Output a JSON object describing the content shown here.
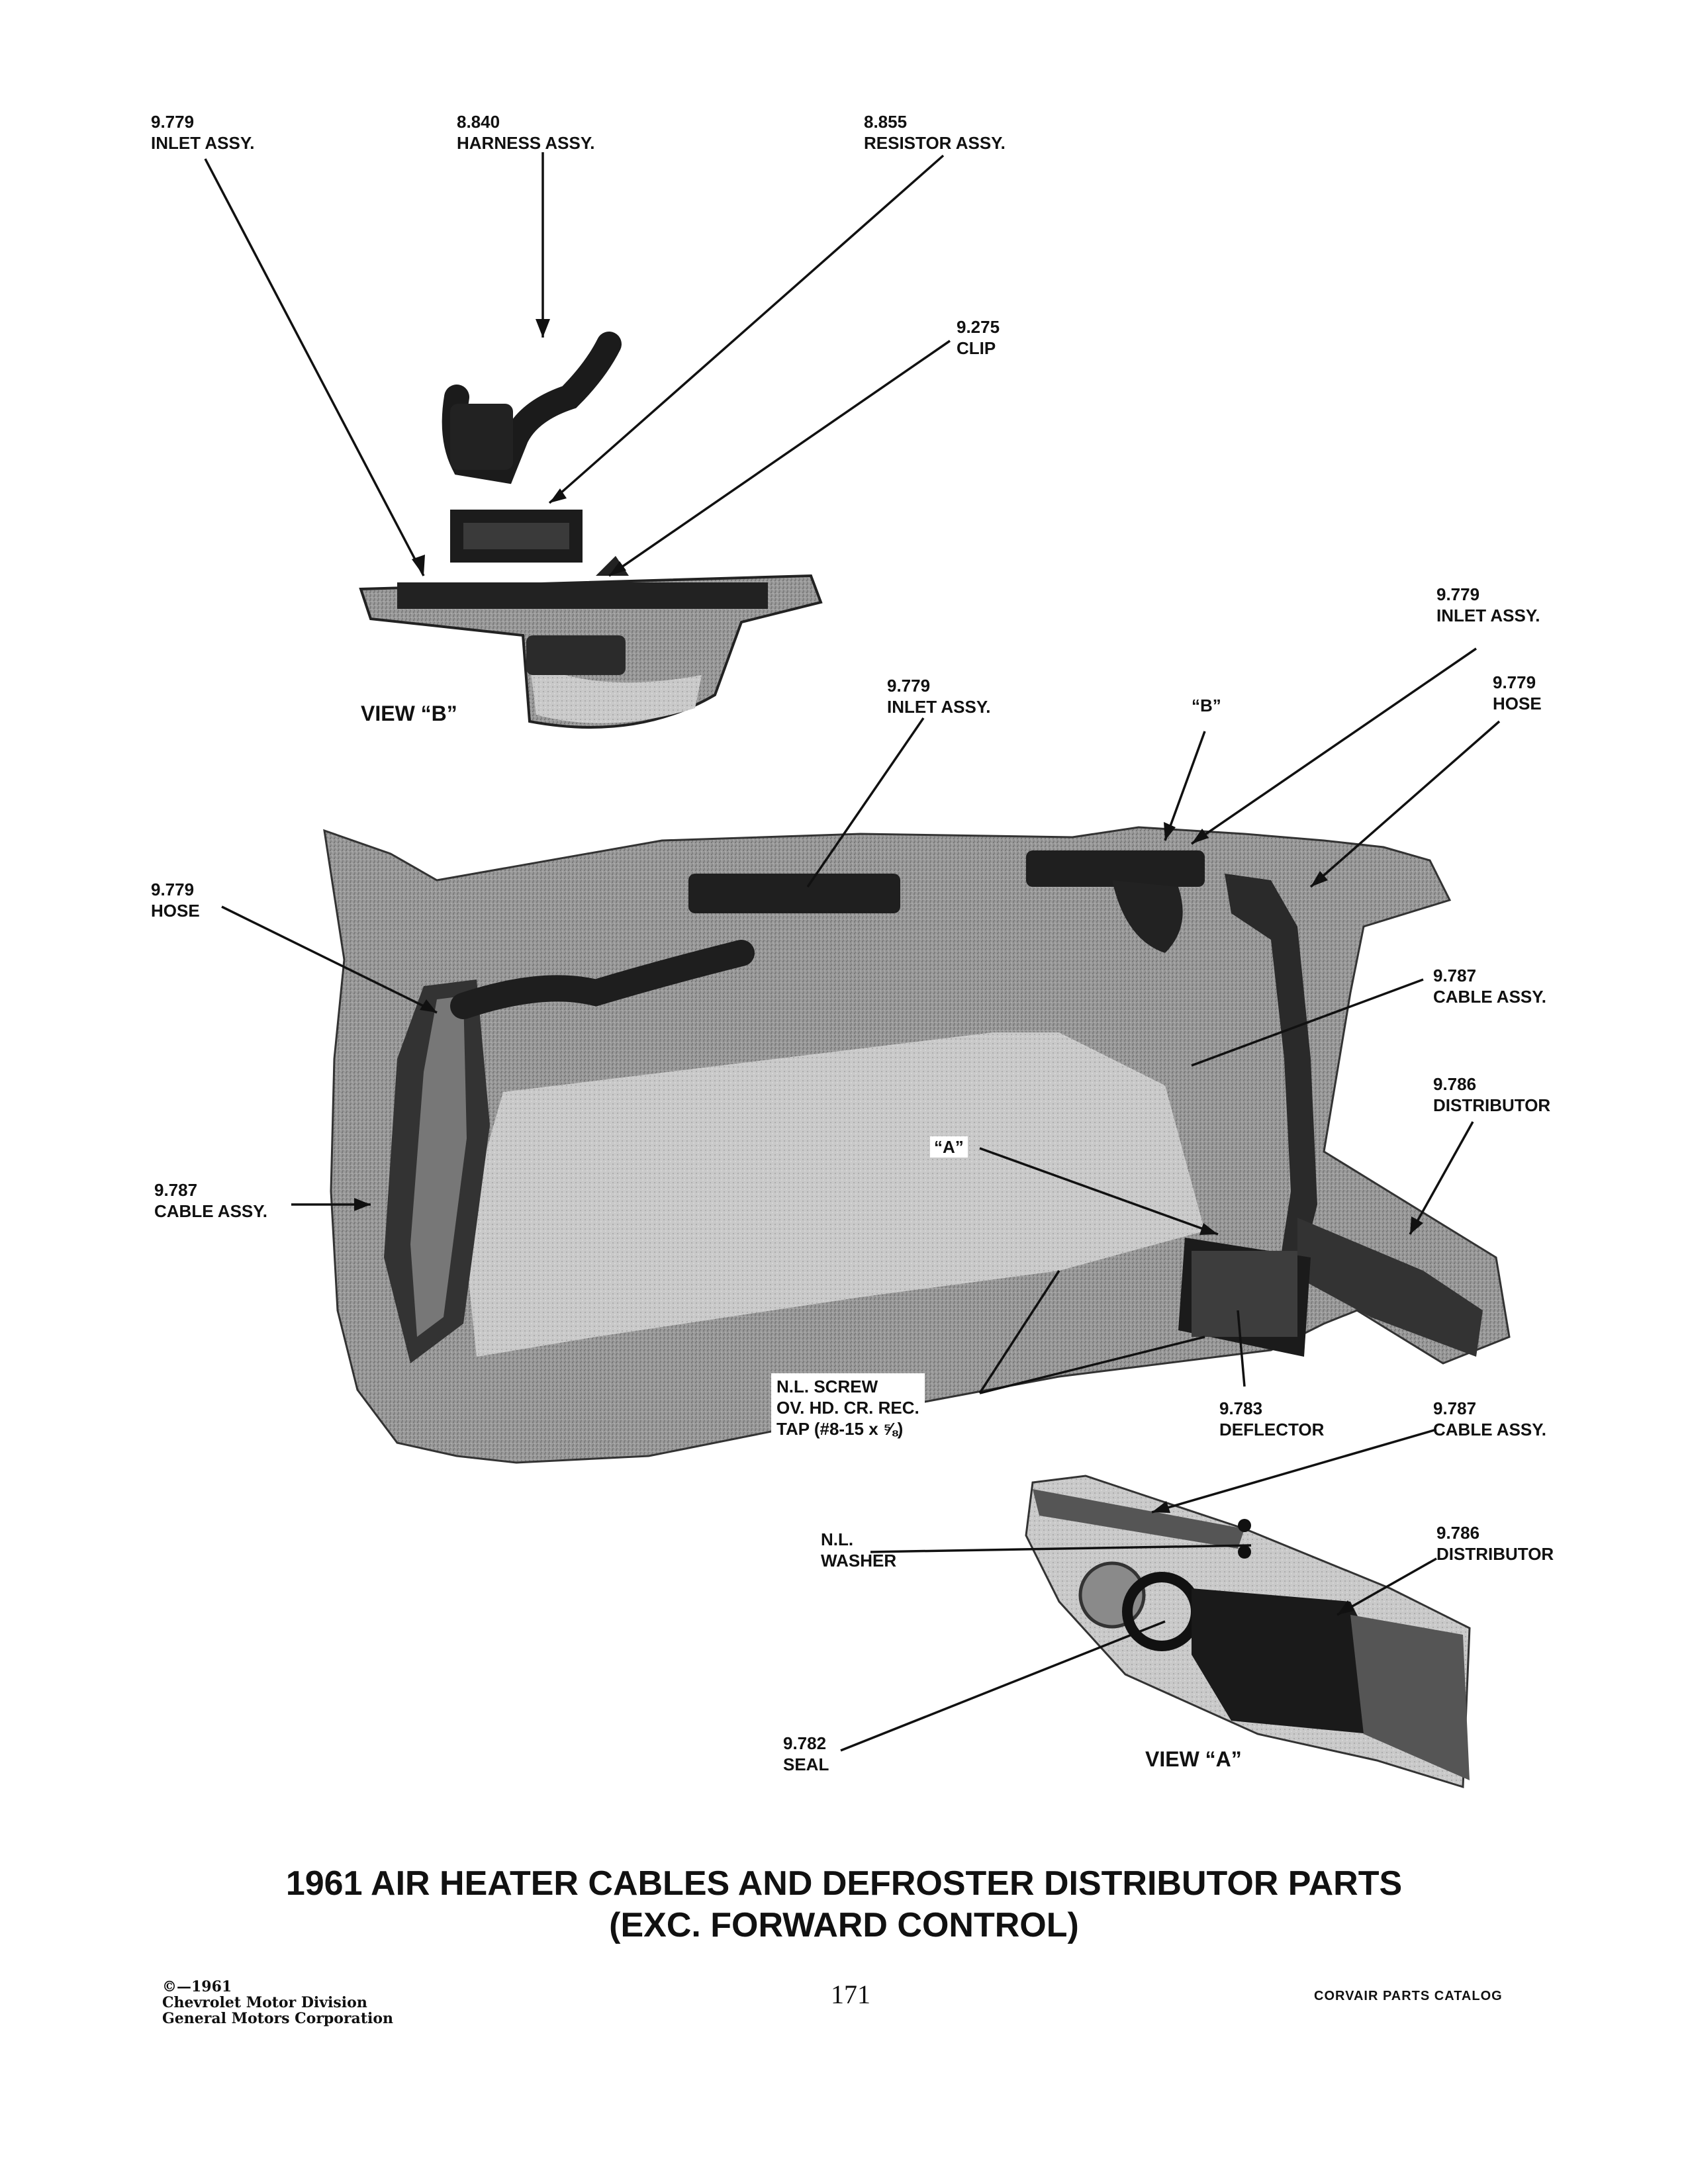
{
  "callouts": {
    "inlet_top_left": {
      "num": "9.779",
      "text": "INLET ASSY."
    },
    "harness": {
      "num": "8.840",
      "text": "HARNESS ASSY."
    },
    "resistor": {
      "num": "8.855",
      "text": "RESISTOR ASSY."
    },
    "clip": {
      "num": "9.275",
      "text": "CLIP"
    },
    "inlet_right": {
      "num": "9.779",
      "text": "INLET ASSY."
    },
    "inlet_middle": {
      "num": "9.779",
      "text": "INLET ASSY."
    },
    "b_marker": "“B”",
    "hose_right": {
      "num": "9.779",
      "text": "HOSE"
    },
    "hose_left": {
      "num": "9.779",
      "text": "HOSE"
    },
    "cable_right": {
      "num": "9.787",
      "text": "CABLE ASSY."
    },
    "distributor_right": {
      "num": "9.786",
      "text": "DISTRIBUTOR"
    },
    "a_marker": "“A”",
    "cable_left": {
      "num": "9.787",
      "text": "CABLE ASSY."
    },
    "screw": {
      "line1": "N.L. SCREW",
      "line2": "OV. HD. CR. REC.",
      "line3": "TAP (#8-15 x ⅝)"
    },
    "deflector": {
      "num": "9.783",
      "text": "DEFLECTOR"
    },
    "cable_bottom": {
      "num": "9.787",
      "text": "CABLE ASSY."
    },
    "washer": {
      "line1": "N.L.",
      "line2": "WASHER"
    },
    "distributor_bottom": {
      "num": "9.786",
      "text": "DISTRIBUTOR"
    },
    "seal": {
      "num": "9.782",
      "text": "SEAL"
    }
  },
  "views": {
    "view_b": "VIEW “B”",
    "view_a": "VIEW “A”"
  },
  "title": {
    "line1": "1961 AIR HEATER CABLES AND DEFROSTER DISTRIBUTOR PARTS",
    "line2": "(EXC. FORWARD CONTROL)"
  },
  "footer": {
    "copyright": "©—1961",
    "division": "Chevrolet Motor Division",
    "corporation": "General Motors Corporation",
    "page_number": "171",
    "catalog": "CORVAIR PARTS CATALOG"
  }
}
